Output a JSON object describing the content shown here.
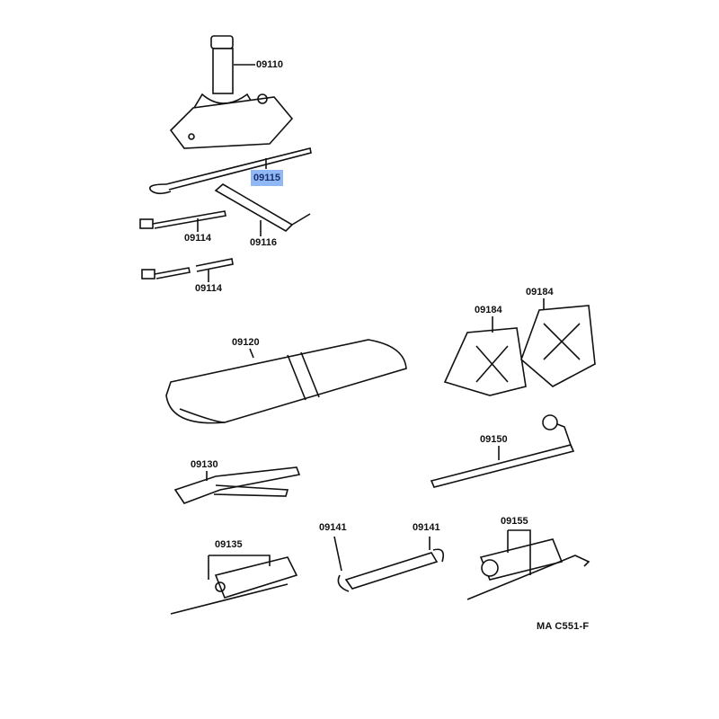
{
  "diagram": {
    "accent_highlight": "#8fb8f5",
    "diagram_code": "MA C551-F",
    "parts": [
      {
        "name": "jack",
        "number": "09110"
      },
      {
        "name": "jack-handle",
        "number": "09115",
        "highlighted": true
      },
      {
        "name": "jack-handle-extension-1",
        "number": "09114"
      },
      {
        "name": "jack-lever",
        "number": "09116"
      },
      {
        "name": "jack-handle-extension-2",
        "number": "09114"
      },
      {
        "name": "tool-bag",
        "number": "09120"
      },
      {
        "name": "wheel-chock-1",
        "number": "09184"
      },
      {
        "name": "wheel-chock-2",
        "number": "09184"
      },
      {
        "name": "pliers",
        "number": "09130"
      },
      {
        "name": "wheel-nut-wrench",
        "number": "09150"
      },
      {
        "name": "screwdriver",
        "number": "09135"
      },
      {
        "name": "wrench-1",
        "number": "09141"
      },
      {
        "name": "wrench-2",
        "number": "09141"
      },
      {
        "name": "plug-wrench",
        "number": "09155"
      }
    ]
  }
}
